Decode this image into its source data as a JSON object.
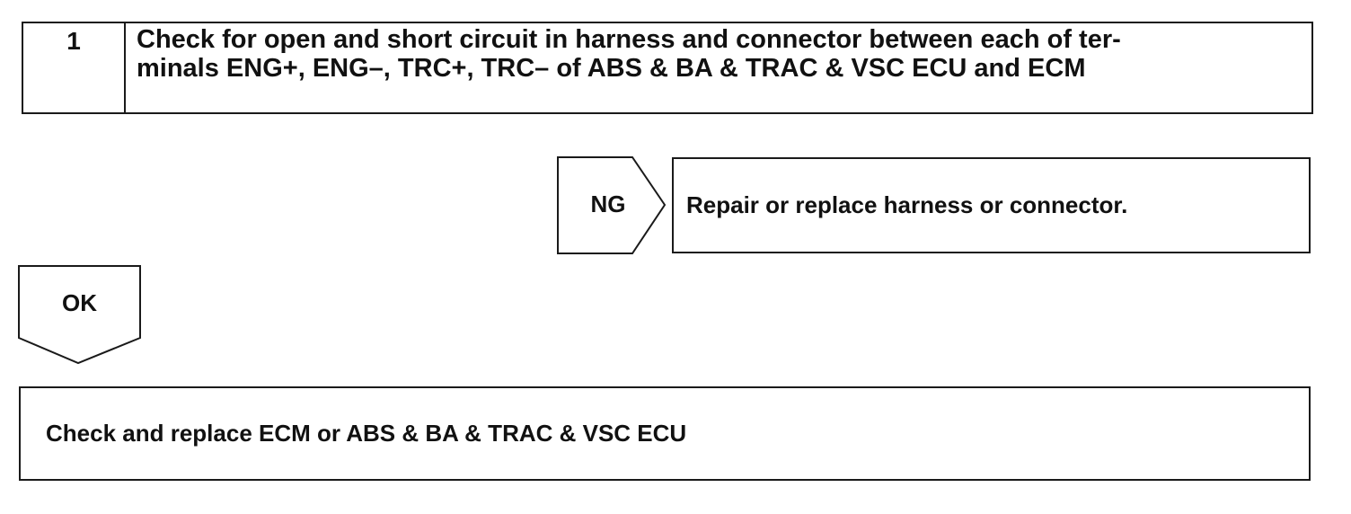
{
  "step": {
    "number": "1",
    "title_line1": "Check for open and short circuit in harness and connector between each of ter-",
    "title_line2": "minals ENG+, ENG–, TRC+, TRC– of ABS & BA & TRAC & VSC ECU and ECM"
  },
  "ng_branch": {
    "label": "NG",
    "result": "Repair or replace harness or connector."
  },
  "ok_branch": {
    "label": "OK"
  },
  "next_action": {
    "text": "Check and replace ECM or ABS & BA & TRAC & VSC ECU"
  }
}
